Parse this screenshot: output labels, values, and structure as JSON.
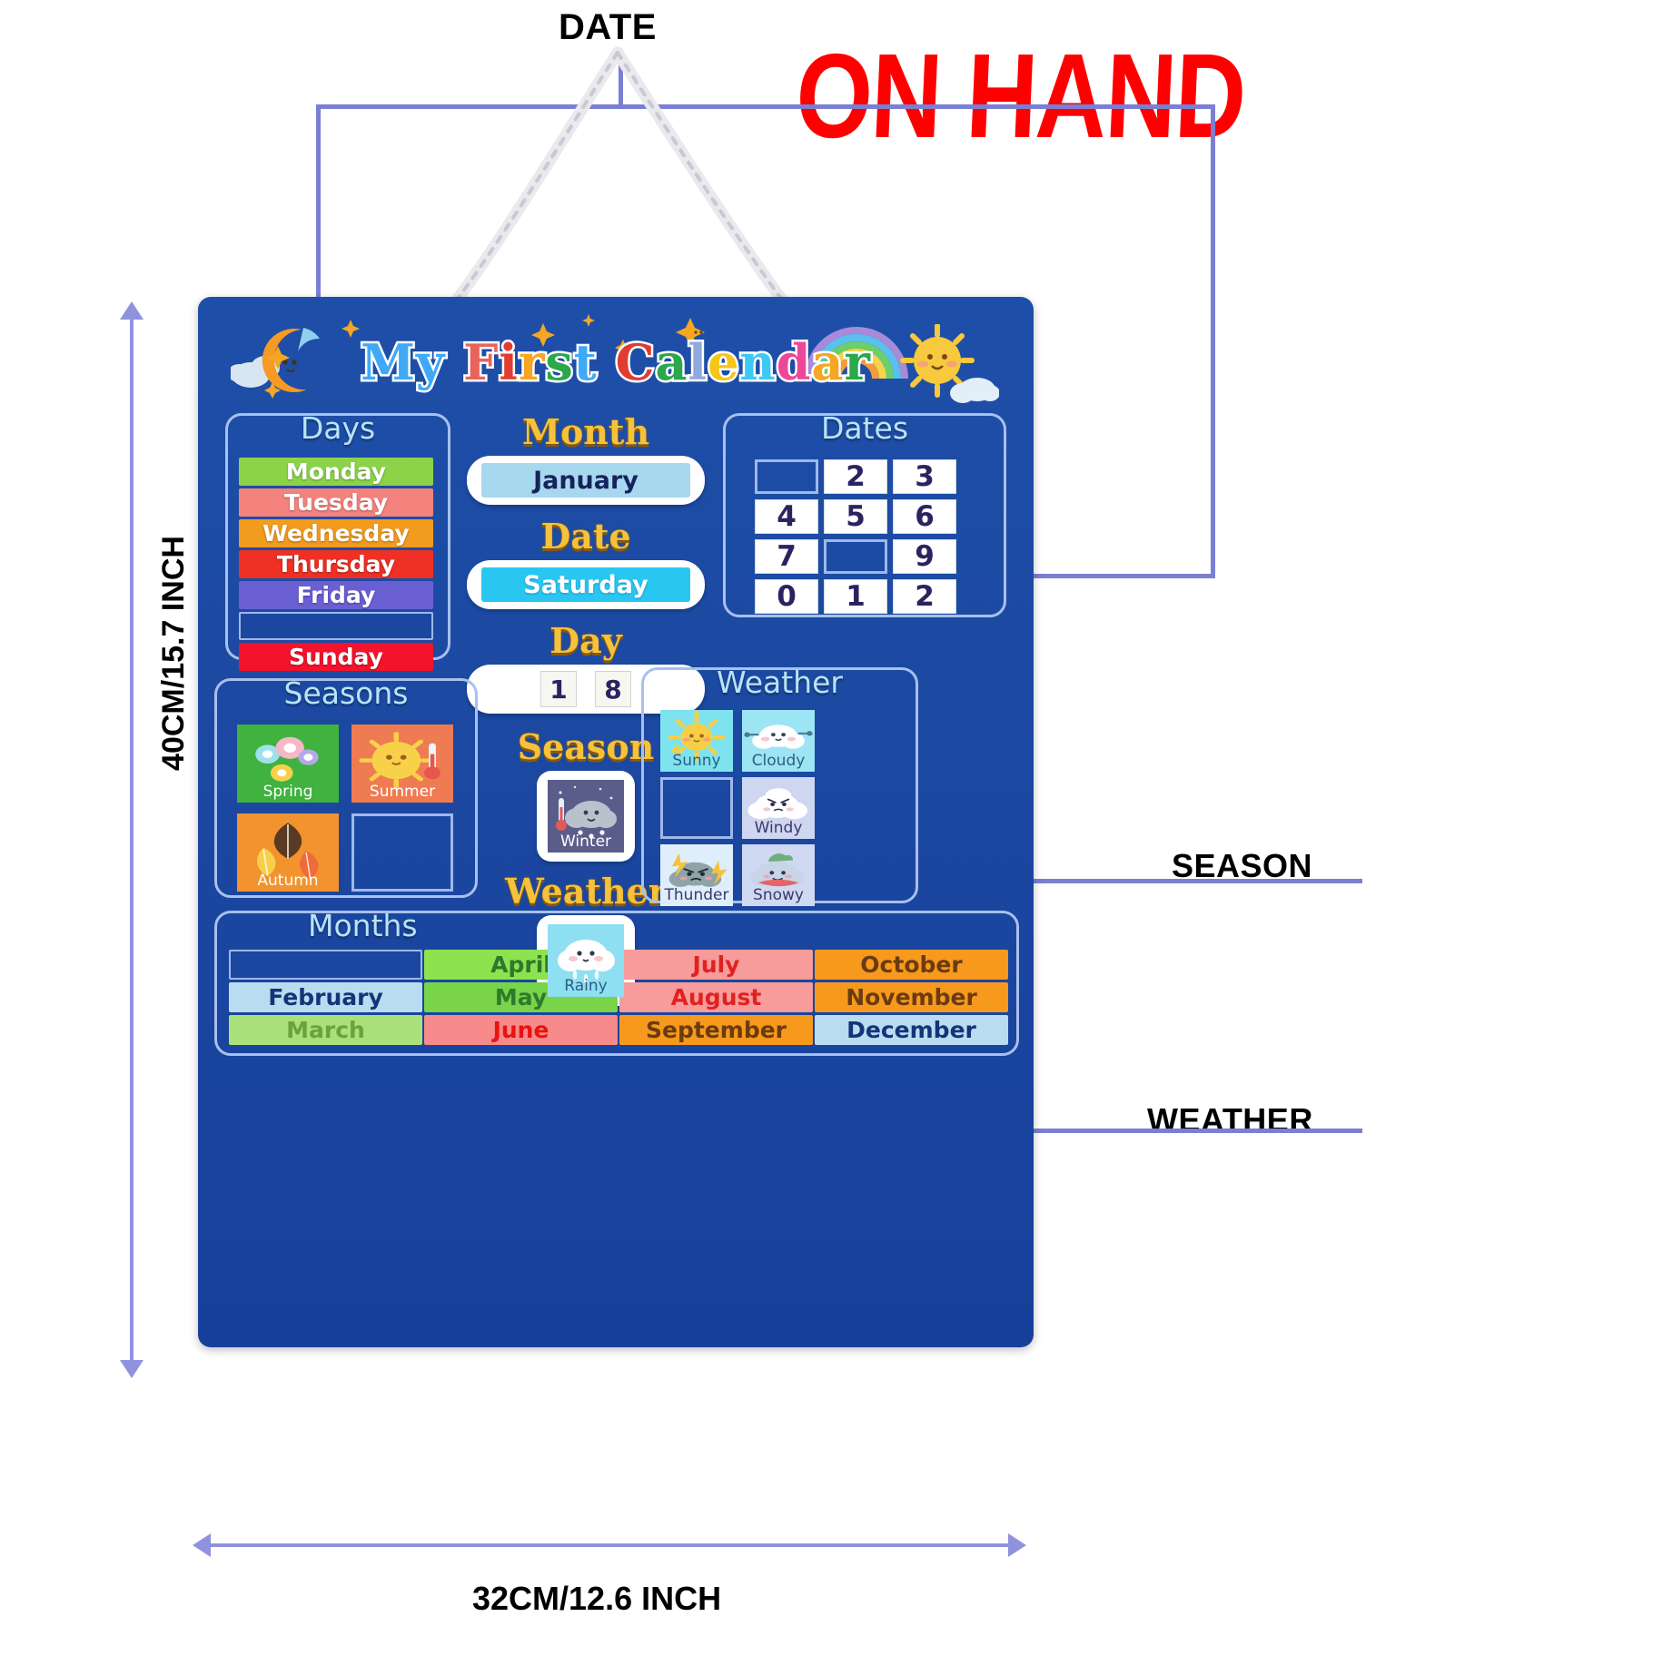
{
  "annotations": {
    "date_callout": "DATE",
    "season_callout": "SEASON",
    "weather_callout": "WEATHER",
    "on_hand_stamp": "ON HAND",
    "height_dimension": "40CM/15.7 INCH",
    "width_dimension": "32CM/12.6 INCH"
  },
  "board": {
    "title_parts": [
      {
        "text": "M",
        "color": "#3fa9f5"
      },
      {
        "text": "y",
        "color": "#3fa9f5"
      },
      {
        "text": " ",
        "color": "#ffffff"
      },
      {
        "text": "F",
        "color": "#e8645a"
      },
      {
        "text": "i",
        "color": "#e03c31"
      },
      {
        "text": "r",
        "color": "#f5a623"
      },
      {
        "text": "s",
        "color": "#2aa84a"
      },
      {
        "text": "t",
        "color": "#3fa9f5"
      },
      {
        "text": " ",
        "color": "#ffffff"
      },
      {
        "text": "C",
        "color": "#e03c31"
      },
      {
        "text": "a",
        "color": "#2aa84a"
      },
      {
        "text": "l",
        "color": "#8fa8dd"
      },
      {
        "text": "e",
        "color": "#f5c518"
      },
      {
        "text": "n",
        "color": "#3fc8f5"
      },
      {
        "text": "d",
        "color": "#ec4899"
      },
      {
        "text": "a",
        "color": "#f5a623"
      },
      {
        "text": "r",
        "color": "#2aa84a"
      }
    ],
    "title_plain": "My First Calendar",
    "background_color": "#1b47a0",
    "accent_border_color": "#a8c0ee"
  },
  "days": {
    "title": "Days",
    "items": [
      {
        "label": "Monday",
        "bg": "#8cd34a",
        "empty": false
      },
      {
        "label": "Tuesday",
        "bg": "#f4837d",
        "empty": false
      },
      {
        "label": "Wednesday",
        "bg": "#f29c1f",
        "empty": false
      },
      {
        "label": "Thursday",
        "bg": "#ee3124",
        "empty": false
      },
      {
        "label": "Friday",
        "bg": "#6b5fd4",
        "empty": false
      },
      {
        "label": "",
        "bg": "#1b47a0",
        "empty": true
      },
      {
        "label": "Sunday",
        "bg": "#f4132b",
        "empty": false
      }
    ]
  },
  "center": {
    "month_heading": "Month",
    "month_value": "January",
    "date_heading": "Date",
    "date_value": "Saturday",
    "day_heading": "Day",
    "day_digits": [
      "1",
      "8"
    ],
    "season_heading": "Season",
    "season_value": "Winter",
    "weather_heading": "Weather",
    "weather_value": "Rainy"
  },
  "dates": {
    "title": "Dates",
    "cells": [
      {
        "value": "",
        "empty": true
      },
      {
        "value": "2",
        "empty": false
      },
      {
        "value": "3",
        "empty": false
      },
      {
        "value": "4",
        "empty": false
      },
      {
        "value": "5",
        "empty": false
      },
      {
        "value": "6",
        "empty": false
      },
      {
        "value": "7",
        "empty": false
      },
      {
        "value": "",
        "empty": true
      },
      {
        "value": "9",
        "empty": false
      },
      {
        "value": "0",
        "empty": false
      },
      {
        "value": "1",
        "empty": false
      },
      {
        "value": "2",
        "empty": false
      }
    ]
  },
  "seasons": {
    "title": "Seasons",
    "items": [
      {
        "label": "Spring",
        "bg": "#3fb23f",
        "icon": "flowers-icon",
        "empty": false
      },
      {
        "label": "Summer",
        "bg": "#ef7b52",
        "icon": "sun-thermo-icon",
        "empty": false
      },
      {
        "label": "Autumn",
        "bg": "#f2932e",
        "icon": "leaves-icon",
        "empty": false
      },
      {
        "label": "",
        "bg": "#1b47a0",
        "icon": "empty-slot-icon",
        "empty": true
      }
    ]
  },
  "weather": {
    "title": "Weather",
    "items": [
      {
        "label": "Sunny",
        "bg": "#7ee3ef",
        "icon": "sun-icon",
        "empty": false
      },
      {
        "label": "Cloudy",
        "bg": "#9de4f5",
        "icon": "cloud-icon",
        "empty": false
      },
      {
        "label": "",
        "bg": "#1b47a0",
        "icon": "empty-slot-icon",
        "empty": true
      },
      {
        "label": "Windy",
        "bg": "#cfd6f0",
        "icon": "wind-cloud-icon",
        "empty": false
      },
      {
        "label": "Thunder",
        "bg": "#dfeefb",
        "icon": "thunder-icon",
        "empty": false
      },
      {
        "label": "Snowy",
        "bg": "#cfd9f2",
        "icon": "snow-cloud-icon",
        "empty": false
      }
    ]
  },
  "months": {
    "title": "Months",
    "items": [
      {
        "label": "",
        "bg": "#1b47a0",
        "fg": "#ffffff",
        "empty": true
      },
      {
        "label": "April",
        "bg": "#8ce24f",
        "fg": "#2b7a2b",
        "empty": false
      },
      {
        "label": "July",
        "bg": "#f79b9b",
        "fg": "#e0221f",
        "empty": false
      },
      {
        "label": "October",
        "bg": "#f7991c",
        "fg": "#6b3b10",
        "empty": false
      },
      {
        "label": "February",
        "bg": "#b9dcf0",
        "fg": "#14347a",
        "empty": false
      },
      {
        "label": "May",
        "bg": "#79d44a",
        "fg": "#2e7a2e",
        "empty": false
      },
      {
        "label": "August",
        "bg": "#f79b9b",
        "fg": "#e0221f",
        "empty": false
      },
      {
        "label": "November",
        "bg": "#f7991c",
        "fg": "#6b3b10",
        "empty": false
      },
      {
        "label": "March",
        "bg": "#a9e07a",
        "fg": "#6aa33a",
        "empty": false
      },
      {
        "label": "June",
        "bg": "#f78a8a",
        "fg": "#e8130f",
        "empty": false
      },
      {
        "label": "September",
        "bg": "#f7991c",
        "fg": "#6b3b10",
        "empty": false
      },
      {
        "label": "December",
        "bg": "#b9dcf0",
        "fg": "#14347a",
        "empty": false
      }
    ]
  },
  "selected_season_tile": {
    "label": "Winter",
    "bg": "#5a5d8a",
    "icon": "snow-cloud-thermo-icon"
  },
  "selected_weather_tile": {
    "label": "Rainy",
    "bg": "#8fdff2",
    "icon": "rain-cloud-icon"
  }
}
